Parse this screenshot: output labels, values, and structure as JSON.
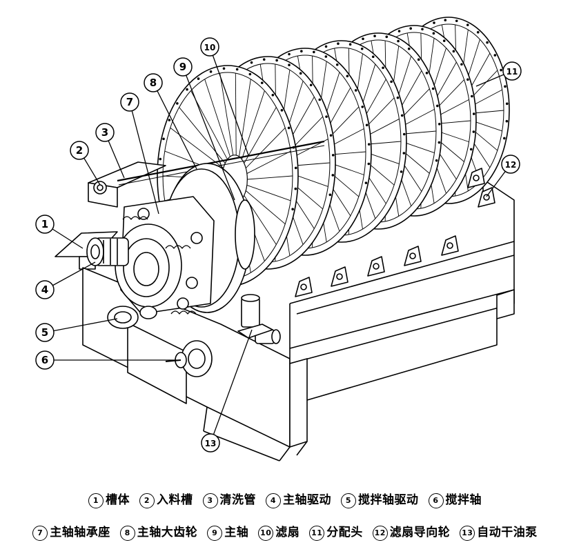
{
  "callouts": [
    "1",
    "2",
    "3",
    "4",
    "5",
    "6",
    "7",
    "8",
    "9",
    "10",
    "11",
    "12",
    "13"
  ],
  "legend": {
    "row1": [
      {
        "num": "1",
        "label": "槽体"
      },
      {
        "num": "2",
        "label": "入料槽"
      },
      {
        "num": "3",
        "label": "清洗管"
      },
      {
        "num": "4",
        "label": "主轴驱动"
      },
      {
        "num": "5",
        "label": "搅拌轴驱动"
      },
      {
        "num": "6",
        "label": "搅拌轴"
      }
    ],
    "row2": [
      {
        "num": "7",
        "label": "主轴轴承座"
      },
      {
        "num": "8",
        "label": "主轴大齿轮"
      },
      {
        "num": "9",
        "label": "主轴"
      },
      {
        "num": "10",
        "label": "滤扇"
      },
      {
        "num": "11",
        "label": "分配头"
      },
      {
        "num": "12",
        "label": "滤扇导向轮"
      },
      {
        "num": "13",
        "label": "自动干油泵"
      }
    ]
  },
  "colors": {
    "line": "#000000",
    "paper": "#ffffff",
    "hatch": "#555555"
  }
}
